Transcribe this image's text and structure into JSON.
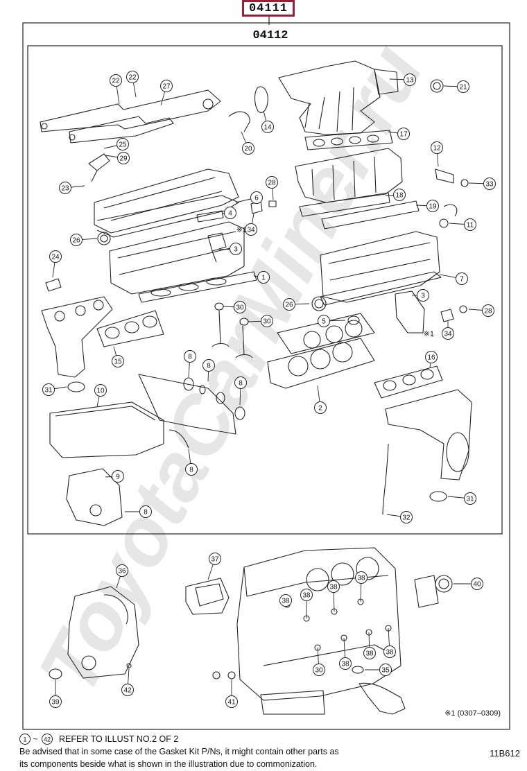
{
  "header": {
    "outer_code": "04111",
    "inner_code": "04112"
  },
  "watermark": {
    "text": "ToyotaCarMiner.ru"
  },
  "callouts": {
    "c22a": "22",
    "c22b": "22",
    "c27": "27",
    "c25": "25",
    "c29": "29",
    "c23": "23",
    "c20": "20",
    "c14": "14",
    "c13": "13",
    "c21": "21",
    "c17": "17",
    "c12": "12",
    "c33": "33",
    "c28a": "28",
    "c18": "18",
    "c19": "19",
    "c11": "11",
    "c6": "6",
    "c4": "4",
    "c34a": "34",
    "c34a_note": "※1",
    "c3a": "3",
    "c26a": "26",
    "c24": "24",
    "c1": "1",
    "c7": "7",
    "c26b": "26",
    "c3b": "3",
    "c5": "5",
    "c30a": "30",
    "c30b": "30",
    "c28b": "28",
    "c34b": "34",
    "c34b_note": "※1",
    "c15": "15",
    "c8a": "8",
    "c8b": "8",
    "c8c": "8",
    "c16": "16",
    "c31a": "31",
    "c10": "10",
    "c2": "2",
    "c8d": "8",
    "c9": "9",
    "c8e": "8",
    "c31b": "31",
    "c32": "32",
    "c36": "36",
    "c37": "37",
    "c38a": "38",
    "c38b": "38",
    "c38c": "38",
    "c38d": "38",
    "c38e": "38",
    "c38f": "38",
    "c38g": "38",
    "c40": "40",
    "c30c": "30",
    "c35": "35",
    "c39": "39",
    "c42": "42",
    "c41": "41"
  },
  "footnote": "※1 (0307–0309)",
  "caption": {
    "range_start": "1",
    "range_end": "42",
    "refer_text": "REFER TO ILLUST NO.2 OF 2",
    "line2": "Be advised that in some case of the Gasket Kit P/Ns,  it might contain other parts as",
    "line3": "its components beside what is shown in the illustration due to commonization."
  },
  "sheet_code": "11B612"
}
